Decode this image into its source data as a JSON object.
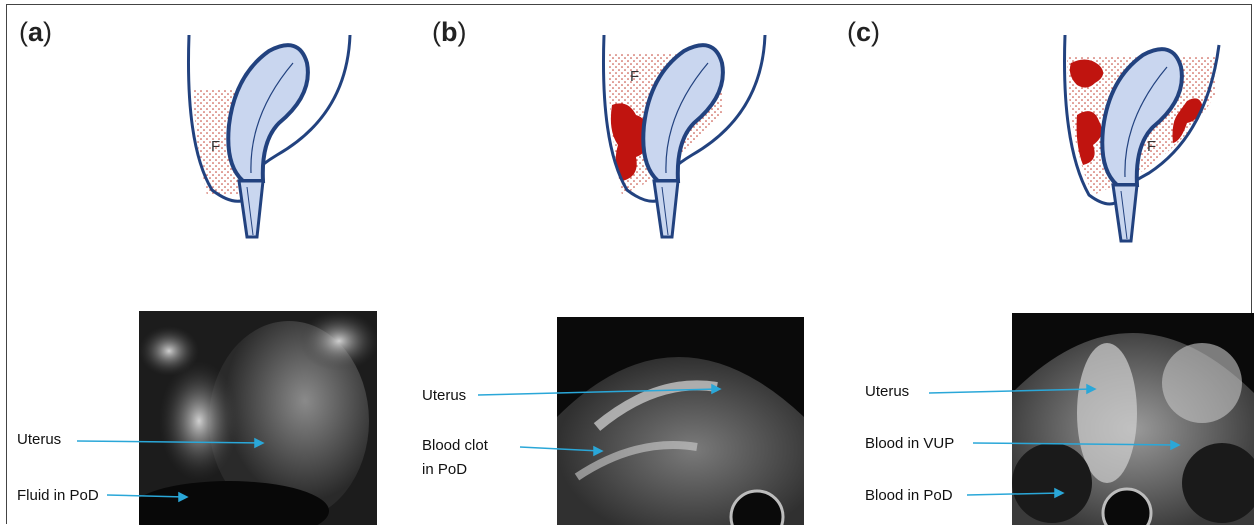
{
  "panels": [
    {
      "id": "a",
      "label_open": "(",
      "label_letter": "a",
      "label_close": ")",
      "fluid_marker": "F",
      "annotations": [
        "Uterus",
        "Fluid in PoD"
      ]
    },
    {
      "id": "b",
      "label_open": "(",
      "label_letter": "b",
      "label_close": ")",
      "fluid_marker": "F",
      "annotations": [
        "Uterus",
        "Blood clot",
        "in PoD"
      ]
    },
    {
      "id": "c",
      "label_open": "(",
      "label_letter": "c",
      "label_close": ")",
      "fluid_marker": "F",
      "annotations": [
        "Uterus",
        "Blood in VUP",
        "Blood in PoD"
      ]
    }
  ],
  "colors": {
    "outline": "#22427f",
    "uterus_fill": "#c9d6ef",
    "fluid_dots": "#c0392b",
    "clot": "#c0140f",
    "arrow": "#2aa7d8"
  },
  "icons": [
    "pelvis-diagram",
    "ultrasound-image",
    "arrow-pointer"
  ]
}
